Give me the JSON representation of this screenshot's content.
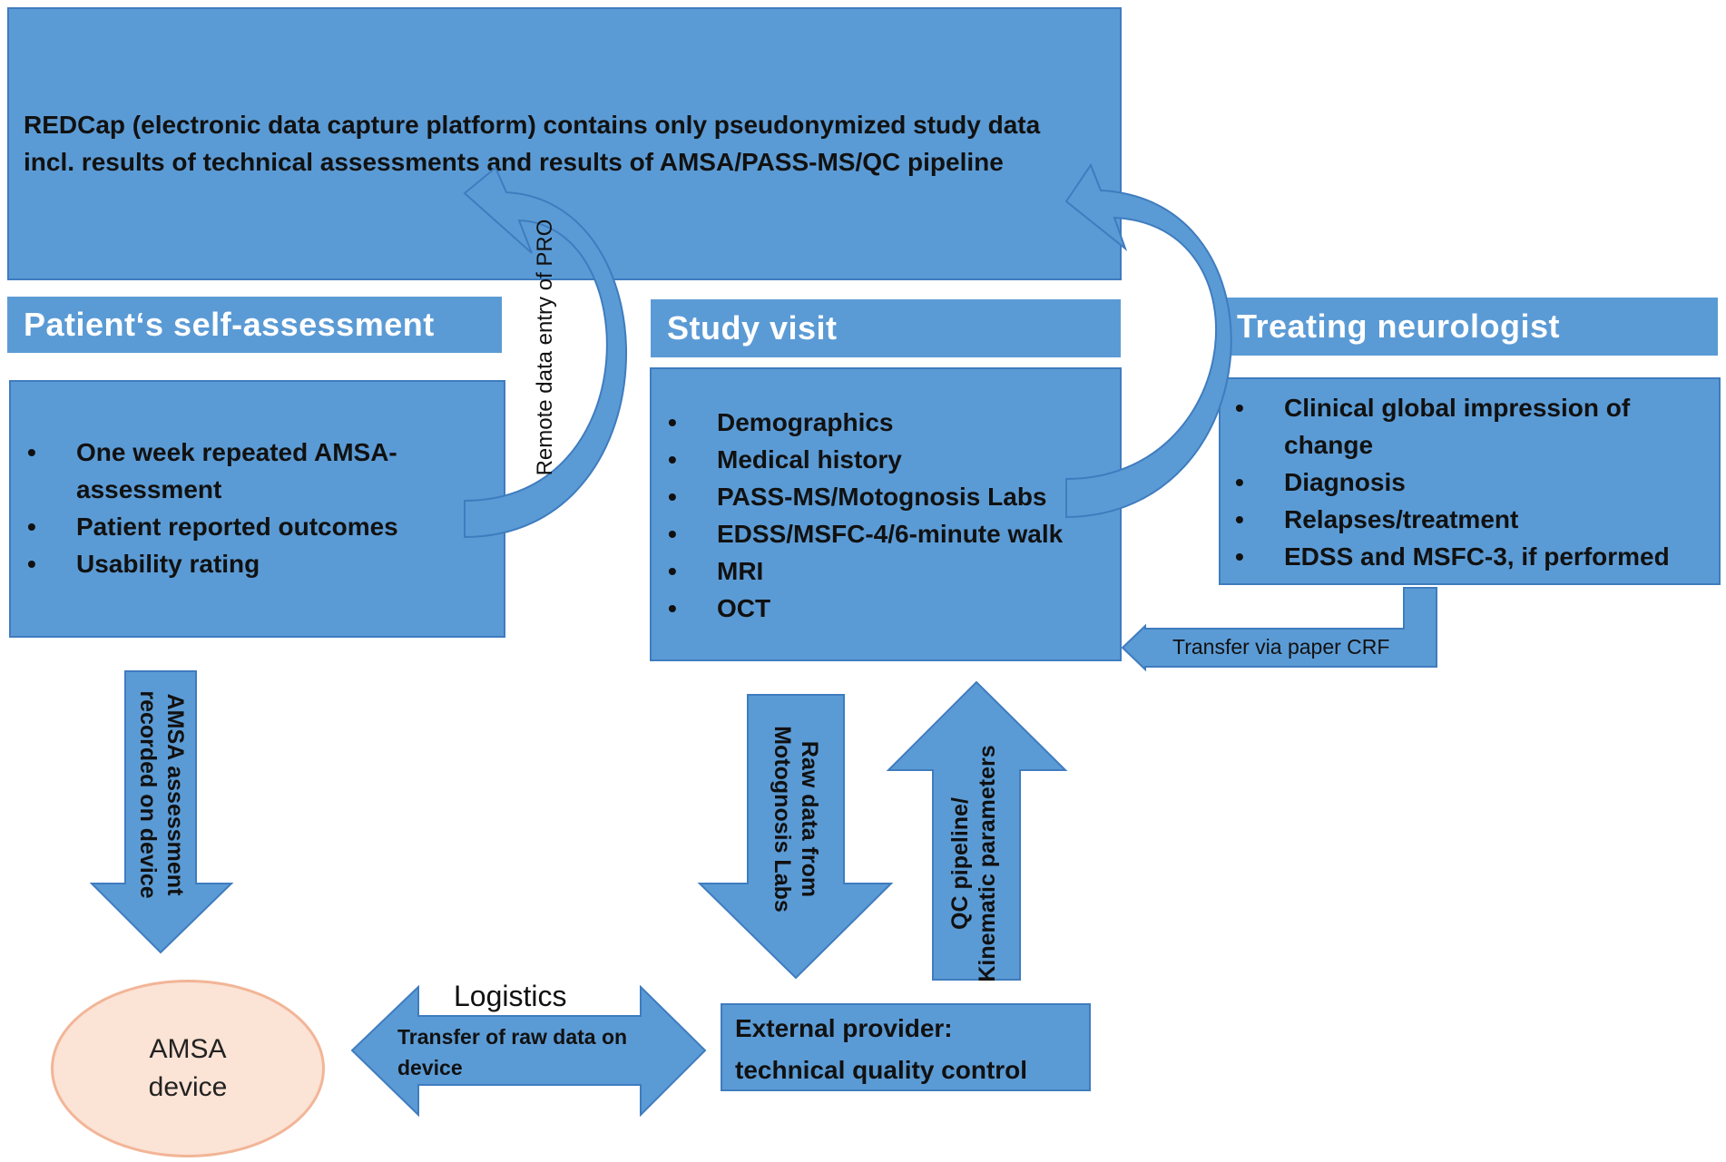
{
  "top_box": {
    "line1": "REDCap (electronic data capture platform) contains only pseudonymized study data",
    "line2": "incl. results of technical assessments and results of AMSA/PASS-MS/QC pipeline"
  },
  "patient": {
    "title": "Patient‘s self-assessment",
    "items": [
      "One week repeated AMSA-assessment",
      "Patient reported outcomes",
      "Usability rating"
    ]
  },
  "study_visit": {
    "title": "Study visit",
    "items": [
      "Demographics",
      "Medical history",
      "PASS-MS/Motognosis Labs",
      "EDSS/MSFC-4/6-minute walk",
      "MRI",
      "OCT"
    ]
  },
  "neurologist": {
    "title": "Treating neurologist",
    "items": [
      "Clinical global impression of change",
      "Diagnosis",
      "Relapses/treatment",
      "EDSS and MSFC-3, if performed"
    ]
  },
  "arrows": {
    "remote_entry": "Remote data entry of PRO",
    "transfer_paper": "Transfer via paper CRF",
    "amsa_recorded": "AMSA assessment recorded on device",
    "raw_data": "Raw data from Motognosis Labs",
    "qc_pipeline": "QC pipeline/ Kinematic parameters",
    "logistics": "Logistics",
    "transfer_raw": "Transfer of raw data on device"
  },
  "amsa_device": "AMSA device",
  "external": {
    "line1": "External provider:",
    "line2": "technical quality control"
  },
  "colors": {
    "box_fill": "#5b9bd5",
    "box_border": "#3f7cbf",
    "device_fill": "#fbe3d5",
    "device_border": "#f2b597"
  }
}
